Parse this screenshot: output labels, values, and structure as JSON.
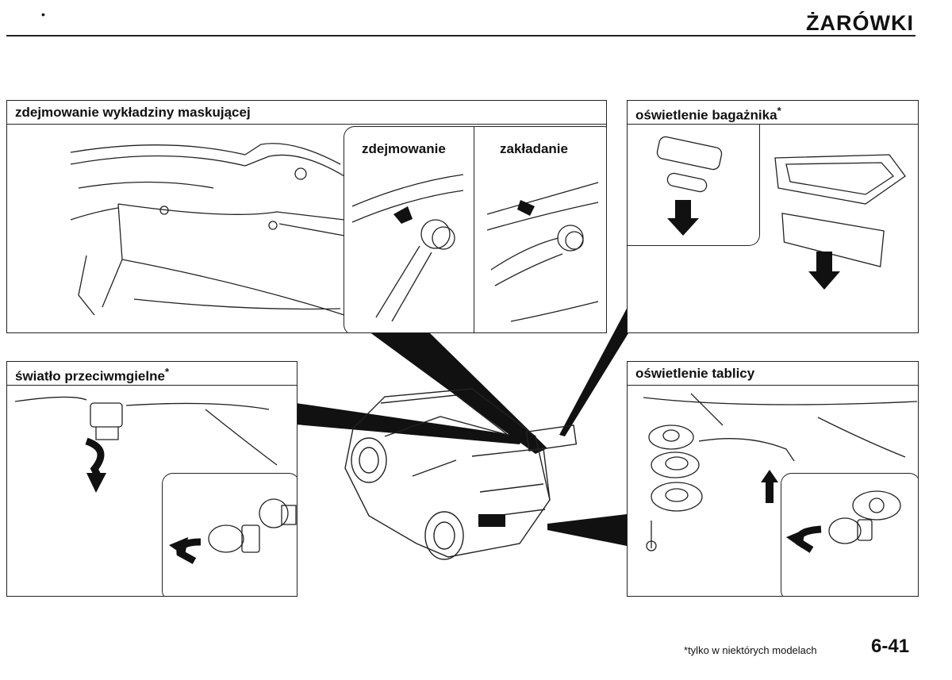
{
  "header": {
    "title": "ŻARÓWKI",
    "corner_mark": "•"
  },
  "panels": {
    "trim_removal": {
      "title": "zdejmowanie wykładziny maskującej",
      "label_remove": "zdejmowanie",
      "label_install": "zakładanie"
    },
    "trunk_light": {
      "title": "oświetlenie bagażnika",
      "asterisk": "*"
    },
    "fog_light": {
      "title": "światło przeciwmgielne",
      "asterisk": "*"
    },
    "plate_light": {
      "title": "oświetlenie tablicy"
    }
  },
  "footer": {
    "asterisk": "*",
    "note": "tylko w niektórych modelach",
    "page_number": "6-41"
  }
}
